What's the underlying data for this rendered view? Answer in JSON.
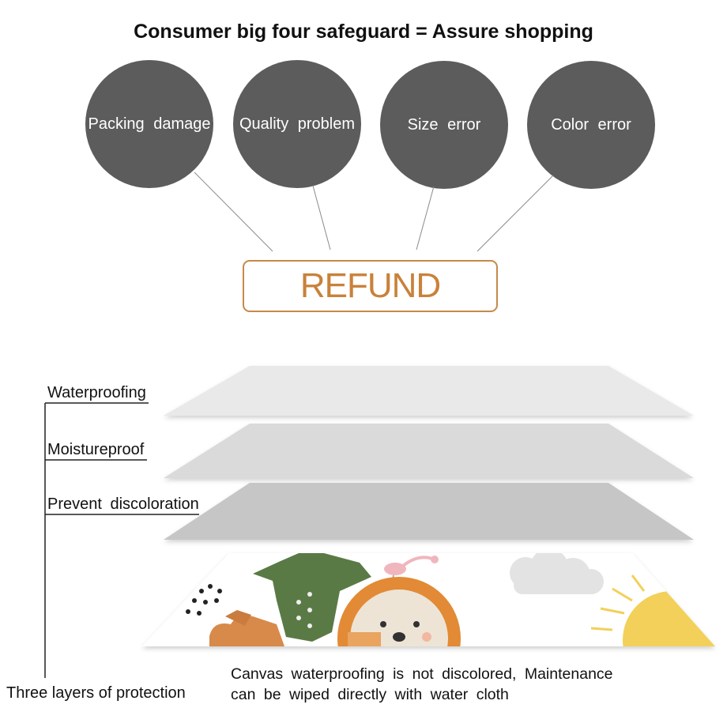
{
  "title": "Consumer big four safeguard = Assure shopping",
  "issues": [
    {
      "label": "Packing damage"
    },
    {
      "label": "Quality problem"
    },
    {
      "label": "Size error"
    },
    {
      "label": "Color error"
    }
  ],
  "result": {
    "label": "REFUND"
  },
  "protection": {
    "layers": [
      {
        "label": "Waterproofing"
      },
      {
        "label": "Moistureproof"
      },
      {
        "label": "Prevent discoloration"
      }
    ],
    "summary_label": "Three layers of protection",
    "caption_line1": "Canvas waterproofing is not discolored, Maintenance",
    "caption_line2": "can be wiped directly with water cloth"
  },
  "colors": {
    "circle": "#5c5c5c",
    "refund": "#c9813a",
    "layer_top": "#e9e9e9",
    "layer_mid": "#dadada",
    "layer_bottom": "#c6c6c6"
  }
}
